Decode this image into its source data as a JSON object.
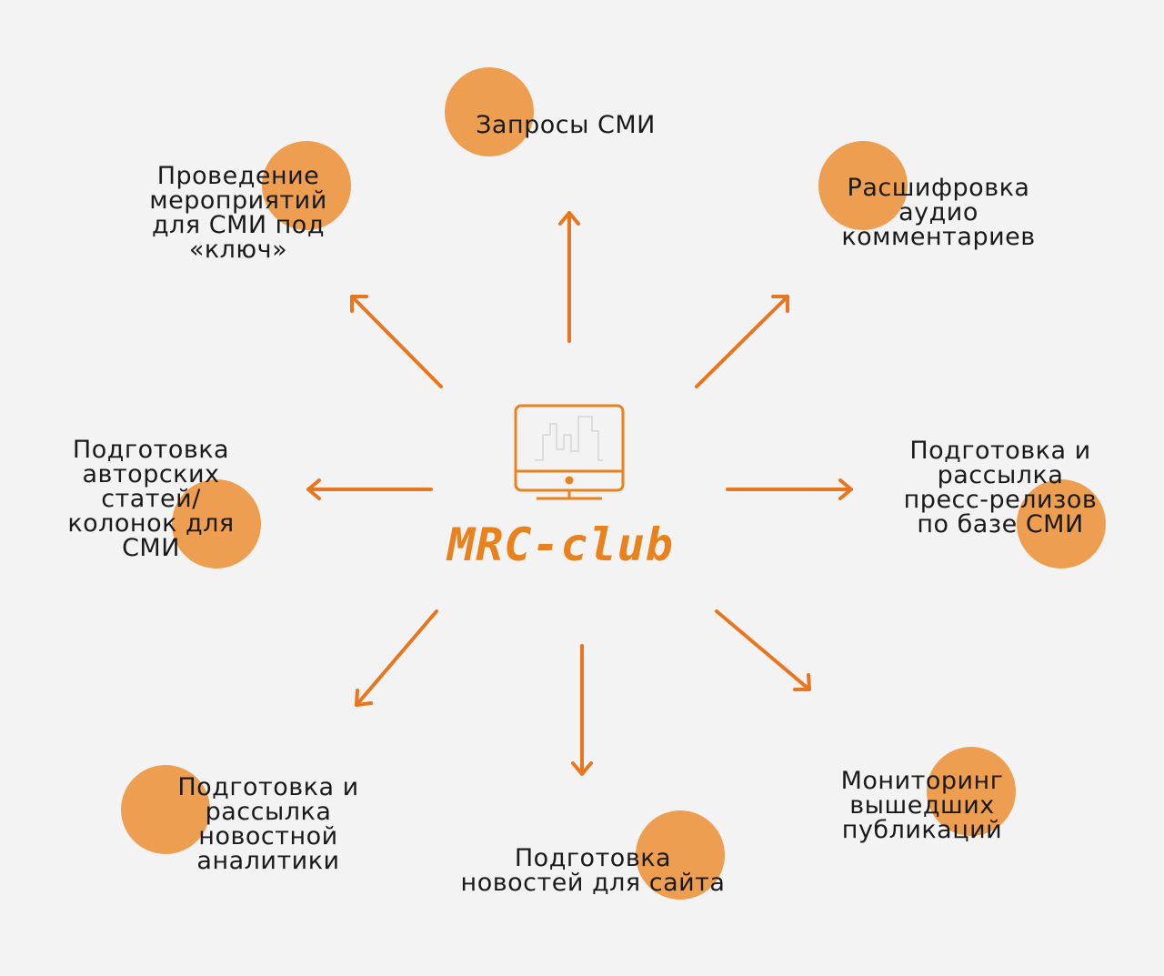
{
  "center": {
    "logo_text": "MRC-club",
    "icon": "monitor-icon"
  },
  "colors": {
    "accent": "#e8761e",
    "circle": "#ee9e50",
    "background": "#f3f3f3"
  },
  "nodes": [
    {
      "lines": [
        "Запросы СМИ"
      ]
    },
    {
      "lines": [
        "Проведение",
        "мероприятий",
        "для СМИ под",
        "«ключ»"
      ]
    },
    {
      "lines": [
        "Расшифровка",
        "аудио",
        "комментариев"
      ]
    },
    {
      "lines": [
        "Подготовка",
        "авторских",
        "статей/",
        "колонок для",
        "СМИ"
      ]
    },
    {
      "lines": [
        "Подготовка и",
        "рассылка",
        "пресс-релизов",
        "по базе СМИ"
      ]
    },
    {
      "lines": [
        "Подготовка и",
        "рассылка",
        "новостной",
        "аналитики"
      ]
    },
    {
      "lines": [
        "Подготовка",
        "новостей для сайта"
      ]
    },
    {
      "lines": [
        "Мониторинг",
        "вышедших",
        "публикаций"
      ]
    }
  ]
}
